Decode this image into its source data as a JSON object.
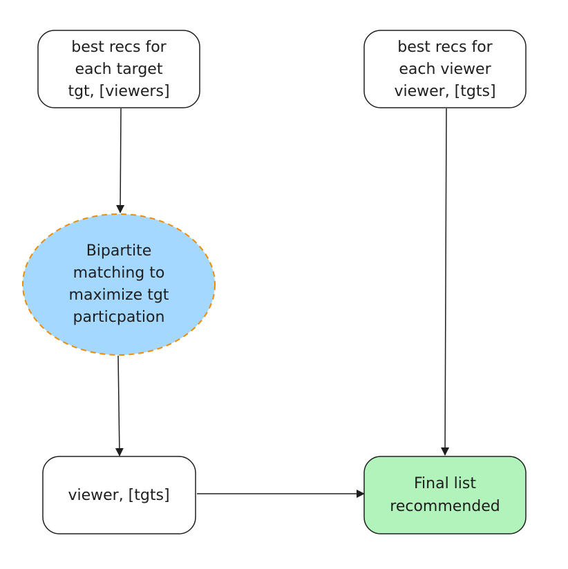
{
  "nodes": {
    "target_recs": {
      "lines": [
        "best recs for",
        "each target",
        "tgt, [viewers]"
      ]
    },
    "viewer_recs": {
      "lines": [
        "best recs for",
        "each viewer",
        "viewer, [tgts]"
      ]
    },
    "bipartite": {
      "lines": [
        "Bipartite",
        "matching to",
        "maximize tgt",
        "particpation"
      ]
    },
    "viewer_tgts": {
      "lines": [
        "viewer, [tgts]"
      ]
    },
    "final_list": {
      "lines": [
        "Final list",
        "recommended"
      ]
    }
  },
  "colors": {
    "stroke": "#1e1e1e",
    "ellipse_fill": "#a5d8ff",
    "ellipse_stroke": "#f08c00",
    "final_fill": "#b2f2bb",
    "box_fill": "#ffffff"
  }
}
